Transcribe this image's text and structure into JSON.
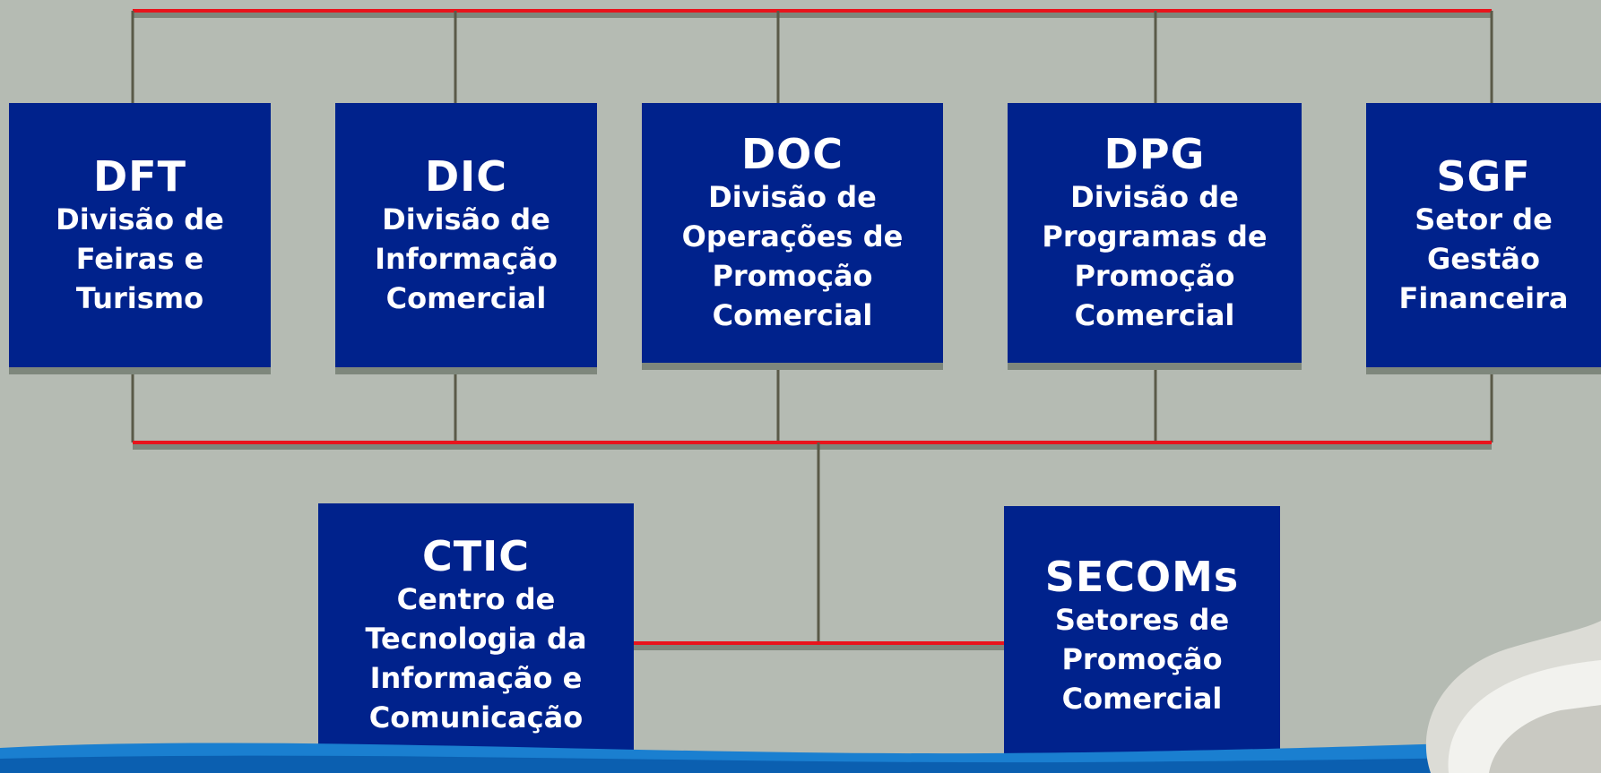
{
  "colors": {
    "background": "#b5bbb3",
    "box_fill": "#00228c",
    "box_text": "#ffffff",
    "bus_red": "#e8141c",
    "connector": "#5a5a48"
  },
  "units": [
    {
      "code": "DFT",
      "desc": "Divisão de\nFeiras e\nTurismo"
    },
    {
      "code": "DIC",
      "desc": "Divisão de\nInformação\nComercial"
    },
    {
      "code": "DOC",
      "desc": "Divisão de\nOperações de\nPromoção\nComercial"
    },
    {
      "code": "DPG",
      "desc": "Divisão de\nProgramas de\nPromoção\nComercial"
    },
    {
      "code": "SGF",
      "desc": "Setor de\nGestão\nFinanceira"
    },
    {
      "code": "CTIC",
      "desc": "Centro de\nTecnologia da\nInformação e\nComunicação"
    },
    {
      "code": "SECOMs",
      "desc": "Setores de\nPromoção\nComercial"
    }
  ],
  "decorations": [
    "wave-band",
    "white-sculpture"
  ]
}
